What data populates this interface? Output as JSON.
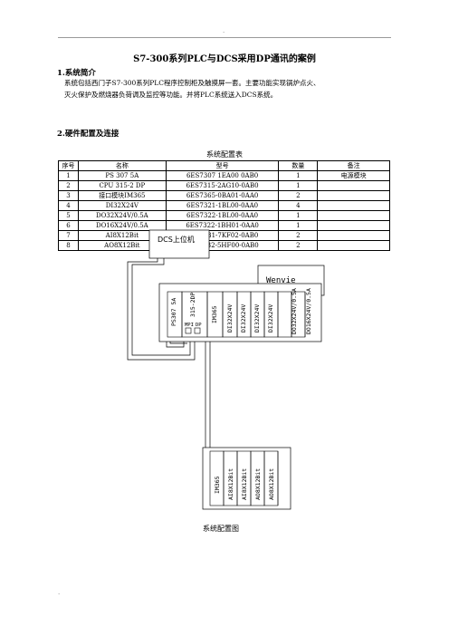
{
  "header": {
    "dot": "."
  },
  "footer": {
    "dot": "."
  },
  "title": "S7-300系列PLC与DCS采用DP通讯的案例",
  "section1": {
    "heading": "1.系统简介",
    "line1": "系统包括西门子S7-300系列PLC程序控制柜及触摸屏一套。主要功能实现锅炉点火、",
    "line2": "灭火保护及燃烧器负荷调及监控等功能。并将PLC系统送入DCS系统。"
  },
  "section2": {
    "heading": "2.硬件配置及连接"
  },
  "table": {
    "caption": "系统配置表",
    "headers": [
      "序号",
      "名称",
      "型号",
      "数量",
      "备注"
    ],
    "rows": [
      [
        "1",
        "PS 307 5A",
        "6ES7307 1EA00 0AB0",
        "1",
        "电源模块"
      ],
      [
        "2",
        "CPU 315-2 DP",
        "6ES7315-2AG10-0AB0",
        "1",
        ""
      ],
      [
        "3",
        "接口模块IM365",
        "6ES7365-0BA01-0AA0",
        "2",
        ""
      ],
      [
        "4",
        "DI32X24V",
        "6ES7321-1BL00-0AA0",
        "4",
        ""
      ],
      [
        "5",
        "DO32X24V/0.5A",
        "6ES7322-1BL00-0AA0",
        "1",
        ""
      ],
      [
        "6",
        "DO16X24V/0.5A",
        "6ES7322-1BH01-0AA0",
        "1",
        ""
      ],
      [
        "7",
        "AI8X12Bit",
        "6ES7331-7KF02-0AB0",
        "2",
        ""
      ],
      [
        "8",
        "AO8X12Bit",
        "6ES7332-5HF00-0AB0",
        "2",
        ""
      ]
    ]
  },
  "diagram": {
    "dcs_label": "DCS上位机",
    "wenvie_label": "Wenvie",
    "rack1_modules": [
      "PS307 5A",
      "315-2DP",
      "IM365",
      "DI32X24V",
      "DI32X24V",
      "DI32X24V",
      "DI32X24V",
      "DO32X24V/0.5A",
      "DO16X24V/0.5A"
    ],
    "port_labels": [
      "MPI",
      "DP"
    ],
    "rack2_modules": [
      "IM365",
      "AI8X12Bit",
      "AI8X12Bit",
      "AO8X12Bit",
      "AO8X12Bit"
    ],
    "caption": "系统配置图"
  }
}
